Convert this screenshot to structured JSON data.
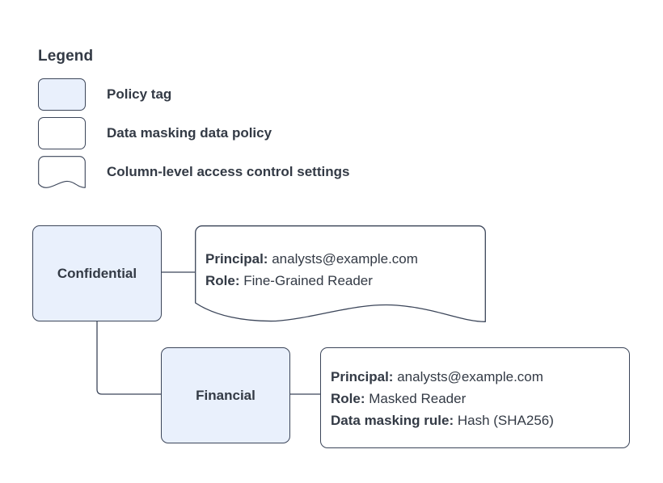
{
  "legend": {
    "title": "Legend",
    "items": [
      {
        "shape": "rounded-rect-filled",
        "label": "Policy tag"
      },
      {
        "shape": "rounded-rect",
        "label": "Data masking data policy"
      },
      {
        "shape": "document-wave",
        "label": "Column-level access control settings"
      }
    ]
  },
  "diagram": {
    "nodes": [
      {
        "id": "confidential",
        "label": "Confidential"
      },
      {
        "id": "financial",
        "label": "Financial"
      }
    ],
    "callouts": [
      {
        "id": "confidential-settings",
        "shape": "document-wave",
        "lines": [
          {
            "key": "Principal:",
            "value": "analysts@example.com"
          },
          {
            "key": "Role:",
            "value": "Fine-Grained Reader"
          }
        ]
      },
      {
        "id": "financial-policy",
        "shape": "rounded-rect",
        "lines": [
          {
            "key": "Principal:",
            "value": "analysts@example.com"
          },
          {
            "key": "Role:",
            "value": "Masked Reader"
          },
          {
            "key": "Data masking rule:",
            "value": "Hash (SHA256)"
          }
        ]
      }
    ]
  },
  "colors": {
    "policy_tag_fill": "#e9f0fc",
    "stroke": "#3b4559",
    "text": "#333a45",
    "background": "#ffffff"
  }
}
